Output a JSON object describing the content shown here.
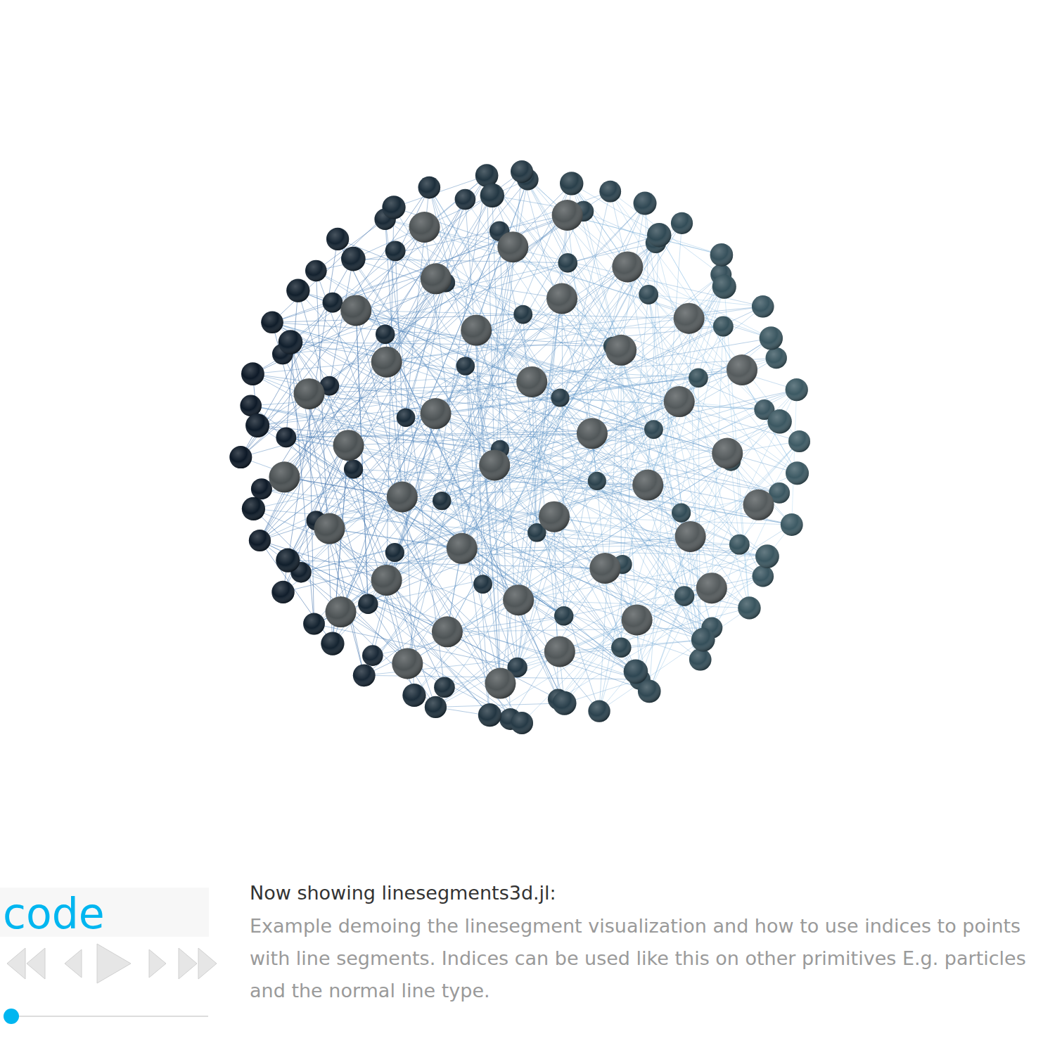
{
  "diagram": {
    "nodes": [
      {
        "text": [
          "code"
        ]
      }
    ],
    "labels": [
      "Now showing linesegments3d.jl:",
      "Example demoing the linesegment visualization and how to use indices to points with line segments. Indices can be used like this on other primitives E.g. particles and the normal line type."
    ]
  }
}
